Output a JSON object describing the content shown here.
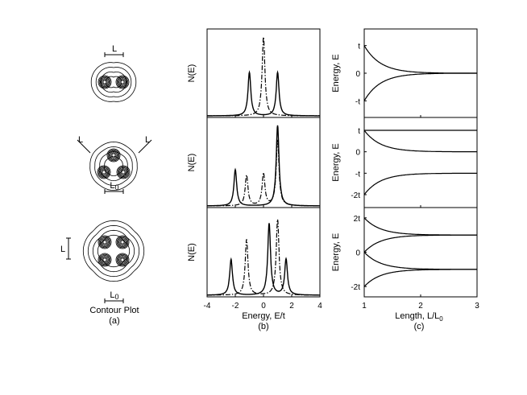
{
  "panel_a": {
    "title": "Contour Plot",
    "caption": "(a)",
    "mol1": {
      "label": "L"
    },
    "mol2": {
      "label_left": "L",
      "label_right": "L",
      "label_bottom": "L0"
    },
    "mol3": {
      "label_left": "L",
      "label_bottom": "L0"
    }
  },
  "panel_b": {
    "ylabel": "N(E)",
    "xlabel": "Energy, E/t",
    "caption": "(b)"
  },
  "panel_c": {
    "ylabel": "Energy, E",
    "xlabel": "Length, L/L0",
    "caption": "(c)"
  },
  "chart_data": [
    {
      "type": "line",
      "name": "dos-dimer",
      "xlim": [
        -4,
        4
      ],
      "ylim": [
        0,
        1
      ],
      "series": [
        {
          "style": "solid",
          "peaks": [
            {
              "x": -1.0,
              "h": 0.55
            },
            {
              "x": 1.0,
              "h": 0.55
            }
          ],
          "width": 0.12
        },
        {
          "style": "dashdot",
          "peaks": [
            {
              "x": 0.0,
              "h": 1.0
            }
          ],
          "width": 0.12
        }
      ]
    },
    {
      "type": "line",
      "name": "dos-trimer",
      "xlim": [
        -4,
        4
      ],
      "ylim": [
        0,
        1
      ],
      "series": [
        {
          "style": "solid",
          "peaks": [
            {
              "x": -2.0,
              "h": 0.45
            },
            {
              "x": 1.0,
              "h": 1.0
            }
          ],
          "width": 0.12
        },
        {
          "style": "dashdot",
          "peaks": [
            {
              "x": -1.2,
              "h": 0.38
            },
            {
              "x": 0.0,
              "h": 0.4
            },
            {
              "x": 1.0,
              "h": 0.82
            }
          ],
          "width": 0.12
        }
      ]
    },
    {
      "type": "line",
      "name": "dos-tetramer",
      "xlim": [
        -4,
        4
      ],
      "ylim": [
        0,
        1
      ],
      "series": [
        {
          "style": "solid",
          "peaks": [
            {
              "x": -2.3,
              "h": 0.45
            },
            {
              "x": 0.4,
              "h": 0.9
            },
            {
              "x": 1.6,
              "h": 0.45
            }
          ],
          "width": 0.12
        },
        {
          "style": "dashdot",
          "peaks": [
            {
              "x": -1.2,
              "h": 0.7
            },
            {
              "x": 1.0,
              "h": 0.95
            }
          ],
          "width": 0.12
        }
      ]
    },
    {
      "type": "line",
      "name": "levels-dimer",
      "xlim": [
        1,
        3
      ],
      "ylim": [
        -1.6,
        1.6
      ],
      "yticks": [
        {
          "v": 1,
          "label": "t"
        },
        {
          "v": 0,
          "label": "0"
        },
        {
          "v": -1,
          "label": "-t"
        }
      ],
      "series": [
        {
          "start": 1.0,
          "end": 0.0,
          "k": 3.5
        },
        {
          "start": -1.0,
          "end": 0.0,
          "k": 3.5
        }
      ]
    },
    {
      "type": "line",
      "name": "levels-trimer",
      "xlim": [
        1,
        3
      ],
      "ylim": [
        -2.6,
        1.6
      ],
      "yticks": [
        {
          "v": 1,
          "label": "t"
        },
        {
          "v": 0,
          "label": "0"
        },
        {
          "v": -1,
          "label": "-t"
        },
        {
          "v": -2,
          "label": "-2t"
        }
      ],
      "series": [
        {
          "start": 1.0,
          "end": 1.0,
          "k": 3.5
        },
        {
          "start": 1.0,
          "end": 0.0,
          "k": 3.5
        },
        {
          "start": -2.0,
          "end": -1.0,
          "k": 3.5
        }
      ]
    },
    {
      "type": "line",
      "name": "levels-tetramer",
      "xlim": [
        1,
        3
      ],
      "xticks": [
        1,
        2,
        3
      ],
      "ylim": [
        -2.6,
        2.6
      ],
      "yticks": [
        {
          "v": 2,
          "label": "2t"
        },
        {
          "v": 0,
          "label": "0"
        },
        {
          "v": -2,
          "label": "-2t"
        }
      ],
      "series": [
        {
          "start": 2.0,
          "end": 1.0,
          "k": 3.5
        },
        {
          "start": 0.0,
          "end": 1.0,
          "k": 3.5
        },
        {
          "start": 0.0,
          "end": -1.0,
          "k": 3.5
        },
        {
          "start": -2.0,
          "end": -1.0,
          "k": 3.5
        }
      ]
    }
  ],
  "b_xticks": [
    -4,
    -2,
    0,
    2,
    4
  ]
}
